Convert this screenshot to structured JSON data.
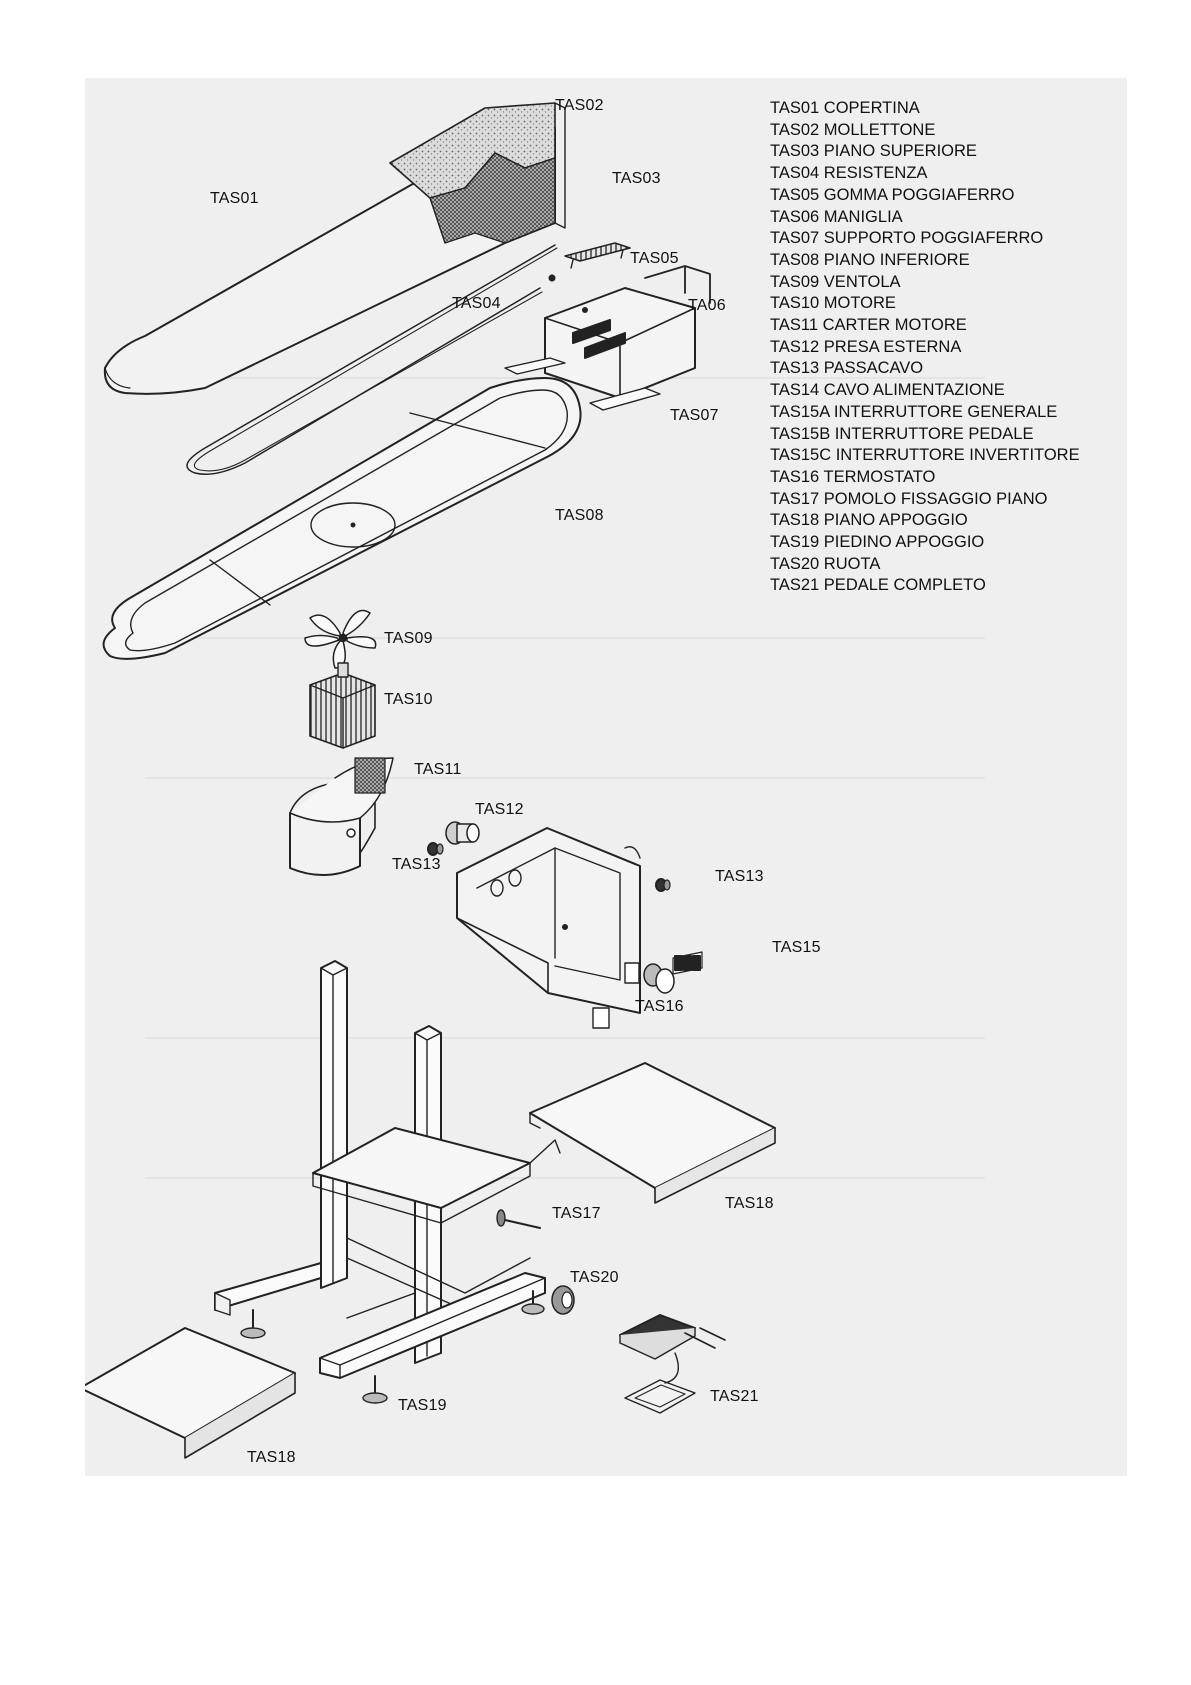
{
  "legend": [
    "TAS01 COPERTINA",
    "TAS02 MOLLETTONE",
    "TAS03 PIANO SUPERIORE",
    "TAS04 RESISTENZA",
    "TAS05 GOMMA POGGIAFERRO",
    "TAS06 MANIGLIA",
    "TAS07 SUPPORTO POGGIAFERRO",
    "TAS08 PIANO INFERIORE",
    "TAS09 VENTOLA",
    "TAS10 MOTORE",
    "TAS11 CARTER MOTORE",
    "TAS12 PRESA ESTERNA",
    "TAS13 PASSACAVO",
    "TAS14 CAVO ALIMENTAZIONE",
    "TAS15A INTERRUTTORE GENERALE",
    "TAS15B INTERRUTTORE PEDALE",
    "TAS15C INTERRUTTORE INVERTITORE",
    "TAS16 TERMOSTATO",
    "TAS17 POMOLO FISSAGGIO PIANO",
    "TAS18 PIANO APPOGGIO",
    "TAS19 PIEDINO APPOGGIO",
    "TAS20 RUOTA",
    "TAS21 PEDALE COMPLETO"
  ],
  "callouts": {
    "tas01": "TAS01",
    "tas02": "TAS02",
    "tas03": "TAS03",
    "tas04": "TAS04",
    "tas05": "TAS05",
    "ta06": "TA06",
    "tas07": "TAS07",
    "tas08": "TAS08",
    "tas09": "TAS09",
    "tas10": "TAS10",
    "tas11": "TAS11",
    "tas12": "TAS12",
    "tas13_left": "TAS13",
    "tas13_right": "TAS13",
    "tas15": "TAS15",
    "tas16": "TAS16",
    "tas17": "TAS17",
    "tas18_right": "TAS18",
    "tas18_left": "TAS18",
    "tas19": "TAS19",
    "tas20": "TAS20",
    "tas21": "TAS21"
  }
}
